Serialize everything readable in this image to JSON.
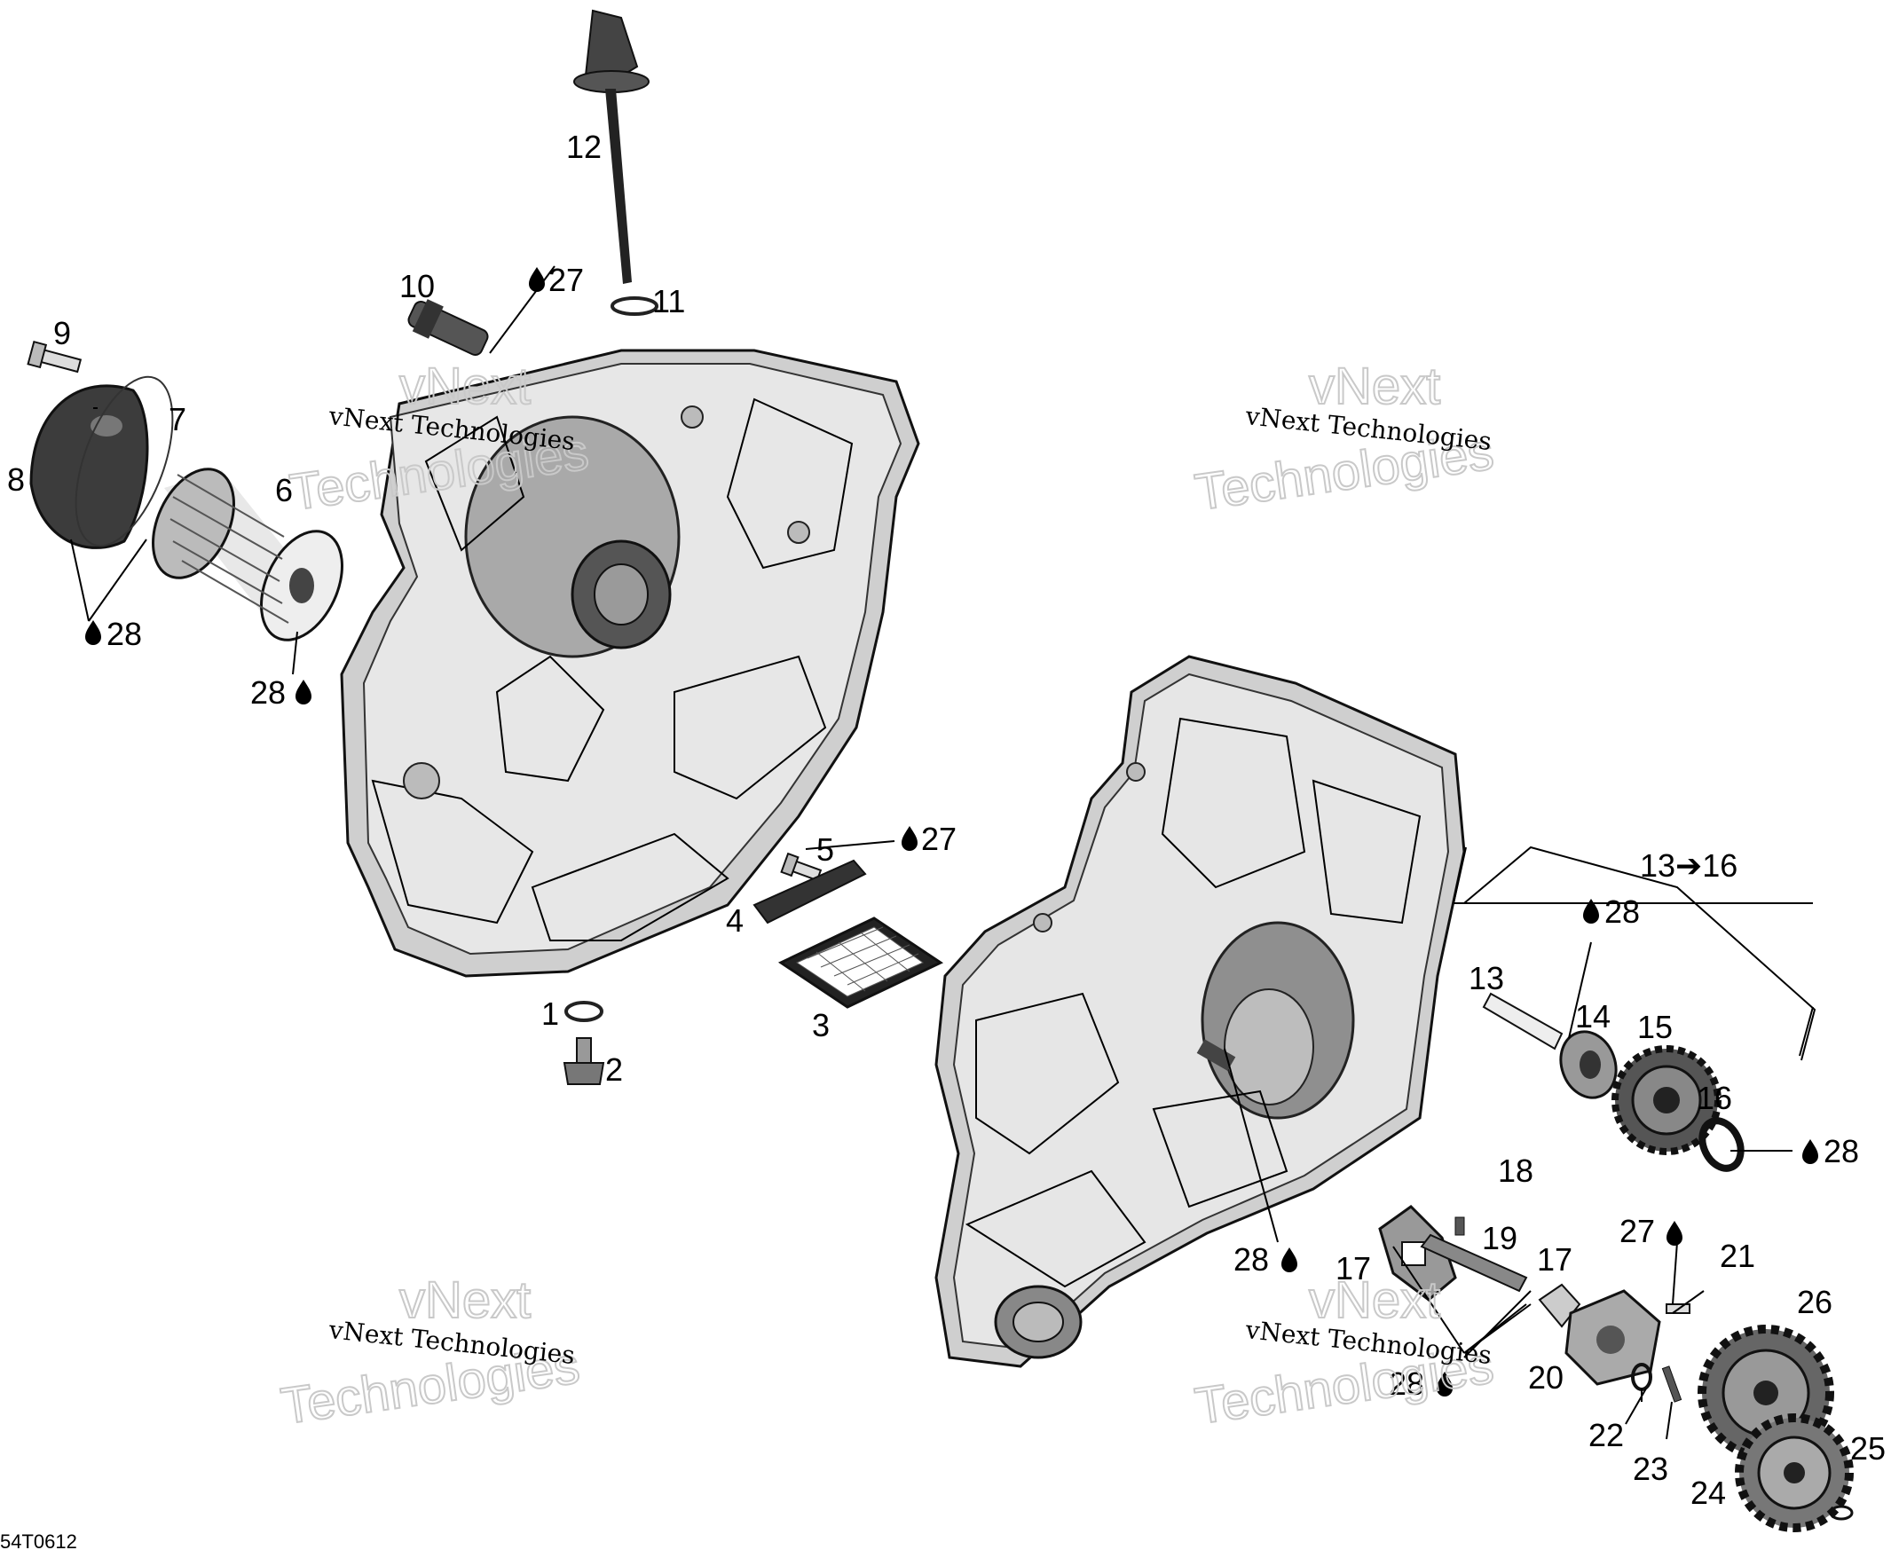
{
  "reference_code": "54T0612",
  "watermark": {
    "line1": "vNext Technologies",
    "overlay_word_1": "vNext",
    "overlay_word_2": "Technologies"
  },
  "group_label": "13➔16",
  "lube_symbol": "oil-drop-icon",
  "callouts": {
    "c1": "1",
    "c2": "2",
    "c3": "3",
    "c4": "4",
    "c5": "5",
    "c6": "6",
    "c7": "7",
    "c8": "8",
    "c9": "9",
    "c10": "10",
    "c11": "11",
    "c12": "12",
    "c13": "13",
    "c14": "14",
    "c15": "15",
    "c16": "16",
    "c17a": "17",
    "c17b": "17",
    "c18": "18",
    "c19": "19",
    "c20": "20",
    "c21": "21",
    "c22": "22",
    "c23": "23",
    "c24": "24",
    "c25": "25",
    "c26": "26",
    "c27a": "27",
    "c27b": "27",
    "c27c": "27",
    "c28a": "28",
    "c28b": "28",
    "c28c": "28",
    "c28d": "28",
    "c28e": "28",
    "c28f": "28"
  }
}
